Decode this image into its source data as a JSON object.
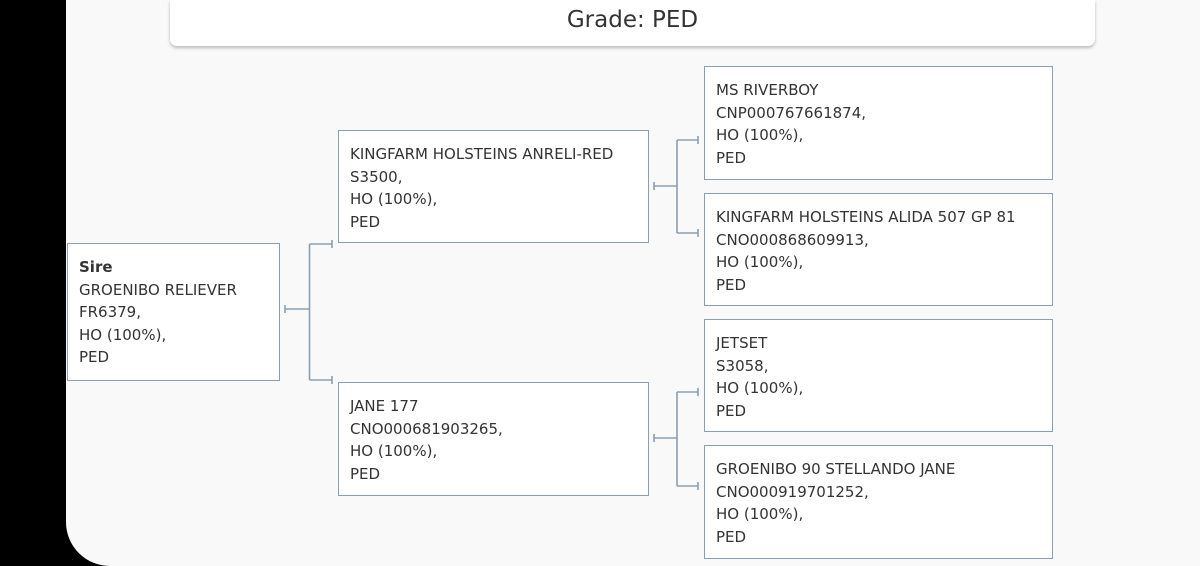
{
  "header": {
    "grade_label": "Grade: PED"
  },
  "colors": {
    "connector": "#8aa0b2",
    "node_border": "#8aa0b2",
    "text": "#333333"
  },
  "pedigree": {
    "sire": {
      "role": "Sire",
      "name": "GROENIBO RELIEVER",
      "id": "FR6379,",
      "breed": "HO (100%),",
      "grade": "PED"
    },
    "sire_sire": {
      "name": "KINGFARM HOLSTEINS ANRELI-RED",
      "id": "S3500,",
      "breed": "HO (100%),",
      "grade": "PED"
    },
    "sire_dam": {
      "name": "JANE 177",
      "id": "CNO000681903265,",
      "breed": "HO (100%),",
      "grade": "PED"
    },
    "sire_sire_sire": {
      "name": "MS RIVERBOY",
      "id": "CNP000767661874,",
      "breed": "HO (100%),",
      "grade": "PED"
    },
    "sire_sire_dam": {
      "name": "KINGFARM HOLSTEINS ALIDA 507 GP 81",
      "id": "CNO000868609913,",
      "breed": "HO (100%),",
      "grade": "PED"
    },
    "sire_dam_sire": {
      "name": "JETSET",
      "id": "S3058,",
      "breed": "HO (100%),",
      "grade": "PED"
    },
    "sire_dam_dam": {
      "name": "GROENIBO 90 STELLANDO JANE",
      "id": "CNO000919701252,",
      "breed": "HO (100%),",
      "grade": "PED"
    }
  }
}
